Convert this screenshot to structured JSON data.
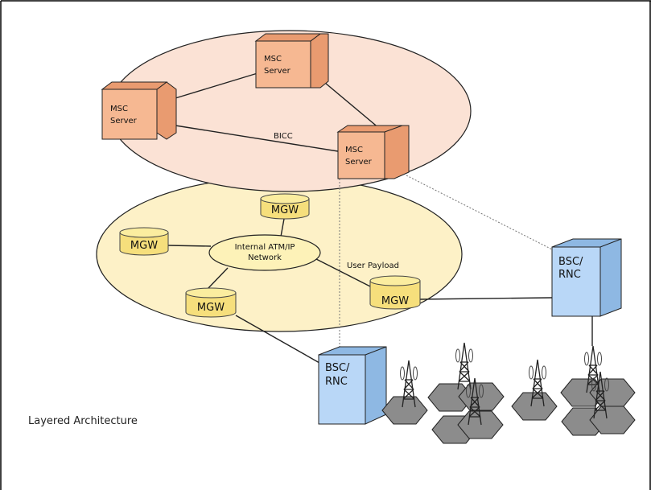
{
  "caption": "Layered Architecture",
  "colors": {
    "control_layer": "#fbe2d5",
    "transport_layer": "#fdf1c7",
    "server_front": "#f6b892",
    "server_side": "#e99b70",
    "mgw_body": "#f6df7c",
    "mgw_top": "#fbed9f",
    "network_cloud": "#fdf2b8",
    "bsc_front": "#b9d7f7",
    "bsc_side": "#8eb8e3",
    "cell": "#8c8c8c"
  },
  "control_layer": {
    "link_label": "BICC",
    "servers": [
      {
        "line1": "MSC",
        "line2": "Server"
      },
      {
        "line1": "MSC",
        "line2": "Server"
      },
      {
        "line1": "MSC",
        "line2": "Server"
      }
    ]
  },
  "transport_layer": {
    "network": {
      "line1": "Internal ATM/IP",
      "line2": "Network"
    },
    "payload_label": "User Payload",
    "mgws": [
      {
        "label": "MGW"
      },
      {
        "label": "MGW"
      },
      {
        "label": "MGW"
      },
      {
        "label": "MGW"
      }
    ]
  },
  "access": {
    "controllers": [
      {
        "line1": "BSC/",
        "line2": "RNC"
      },
      {
        "line1": "BSC/",
        "line2": "RNC"
      }
    ]
  },
  "icons": [
    "msc-server-icon",
    "mgw-cylinder-icon",
    "bsc-rnc-cabinet-icon",
    "cell-tower-icon",
    "hexagonal-cell-icon"
  ]
}
